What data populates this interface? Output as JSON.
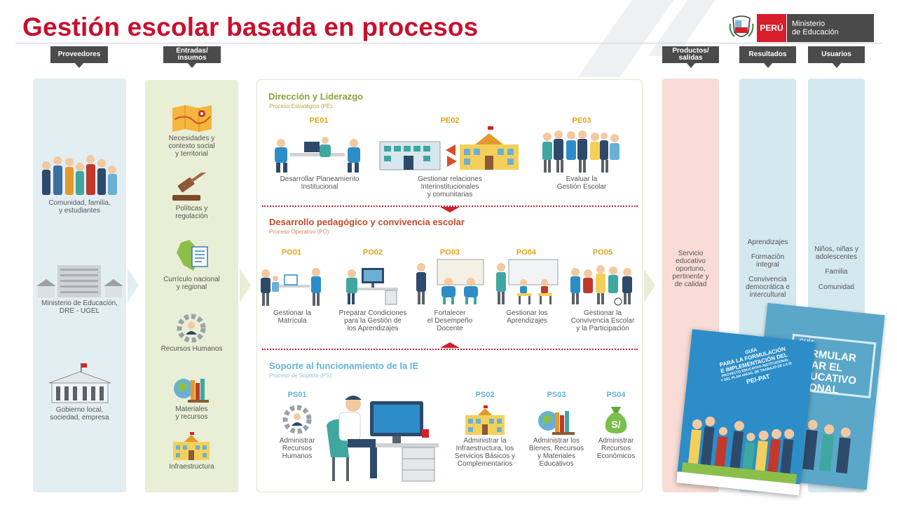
{
  "title": "Gestión escolar basada en procesos",
  "logo": {
    "peru": "PERÚ",
    "ministerio_line1": "Ministerio",
    "ministerio_line2": "de Educación"
  },
  "headers": {
    "proveedores": "Proveedores",
    "entradas_line1": "Entradas/",
    "entradas_line2": "insumos",
    "productos_line1": "Productos/",
    "productos_line2": "salidas",
    "resultados": "Resultados",
    "usuarios": "Usuarios"
  },
  "proveedores": [
    {
      "line1": "Comunidad, familia,",
      "line2": "y estudiantes"
    },
    {
      "line1": "Ministerio de Educación,",
      "line2": "DRE - UGEL"
    },
    {
      "line1": "Gobierno local,",
      "line2": "sociedad, empresa"
    }
  ],
  "entradas": [
    {
      "line1": "Necesidades y",
      "line2": "contexto social",
      "line3": "y territorial"
    },
    {
      "line1": "Políticas y",
      "line2": "regulación"
    },
    {
      "line1": "Currículo nacional",
      "line2": "y regional"
    },
    {
      "line1": "Recursos Humanos"
    },
    {
      "line1": "Materiales",
      "line2": "y recursos"
    },
    {
      "line1": "Infraestructura"
    }
  ],
  "estrategico": {
    "title": "Dirección y Liderazgo",
    "subtitle": "Proceso Estratégico (PE):",
    "items": [
      {
        "code": "PE01",
        "line1": "Desarrollar Planeamiento",
        "line2": "Institucional"
      },
      {
        "code": "PE02",
        "line1": "Gestionar relaciones",
        "line2": "Interinstitucionales",
        "line3": "y comunitarias"
      },
      {
        "code": "PE03",
        "line1": "Evaluar la",
        "line2": "Gestión Escolar"
      }
    ]
  },
  "operativo": {
    "title": "Desarrollo pedagógico y convivencia escolar",
    "subtitle": "Proceso Operativo (PO):",
    "items": [
      {
        "code": "PO01",
        "line1": "Gestionar la",
        "line2": "Matrícula"
      },
      {
        "code": "PO02",
        "line1": "Preparar Condiciones",
        "line2": "para la Gestión de",
        "line3": "los Aprendizajes"
      },
      {
        "code": "PO03",
        "line1": "Fortalecer",
        "line2": "el Desempeño",
        "line3": "Docente"
      },
      {
        "code": "PO04",
        "line1": "Gestionar los",
        "line2": "Aprendizajes"
      },
      {
        "code": "PO05",
        "line1": "Gestionar la",
        "line2": "Convivencia Escolar",
        "line3": "y la Participación"
      }
    ]
  },
  "soporte": {
    "title": "Soporte al funcionamiento de la IE",
    "subtitle": "Proceso de Soporte (PS):",
    "items": [
      {
        "code": "PS01",
        "line1": "Administrar",
        "line2": "Recursos",
        "line3": "Humanos"
      },
      {
        "code": "PS02",
        "line1": "Administrar la",
        "line2": "Infraestructura, los",
        "line3": "Servicios Básicos y",
        "line4": "Complementarios"
      },
      {
        "code": "PS03",
        "line1": "Administrar los",
        "line2": "Bienes, Recursos",
        "line3": "y Materiales",
        "line4": "Educativos"
      },
      {
        "code": "PS04",
        "line1": "Administrar",
        "line2": "Recursos",
        "line3": "Económicos"
      }
    ]
  },
  "productos": {
    "line1": "Servicio",
    "line2": "educativo",
    "line3": "oportuno,",
    "line4": "pertinente y",
    "line5": "de calidad"
  },
  "resultados": [
    {
      "line1": "Aprendizajes"
    },
    {
      "line1": "Formación",
      "line2": "integral"
    },
    {
      "line1": "Convivencia",
      "line2": "democrática e",
      "line3": "intercultural"
    }
  ],
  "usuarios": [
    {
      "line1": "Niños, niñas y",
      "line2": "adolescentes"
    },
    {
      "line1": "Familia"
    },
    {
      "line1": "Comunidad"
    }
  ],
  "guia_front": {
    "line1": "GUÍA",
    "line2": "PARA LA FORMULACIÓN",
    "line3": "E IMPLEMENTACIÓN DEL",
    "line4": "PROYECTO EDUCATIVO INSTITUCIONAL",
    "line5": "Y DEL PLAN ANUAL DE TRABAJO DE LA IE",
    "line6": "PEI-PAT"
  },
  "guia_back": {
    "line1": "GUÍA",
    "line2": "FORMULAR",
    "line3": "NTAR EL",
    "line4": "EDUCATIVO",
    "line5": "CIONAL"
  },
  "colors": {
    "title_red": "#c8102e",
    "proveedores_bg": "#e3eef3",
    "entradas_bg": "#e9eed6",
    "productos_bg": "#f9dcd6",
    "resultados_bg": "#d4e8ef",
    "code_orange": "#e2a316",
    "section_blue": "#63b5d6",
    "brochure_blue": "#2c8dc9"
  }
}
